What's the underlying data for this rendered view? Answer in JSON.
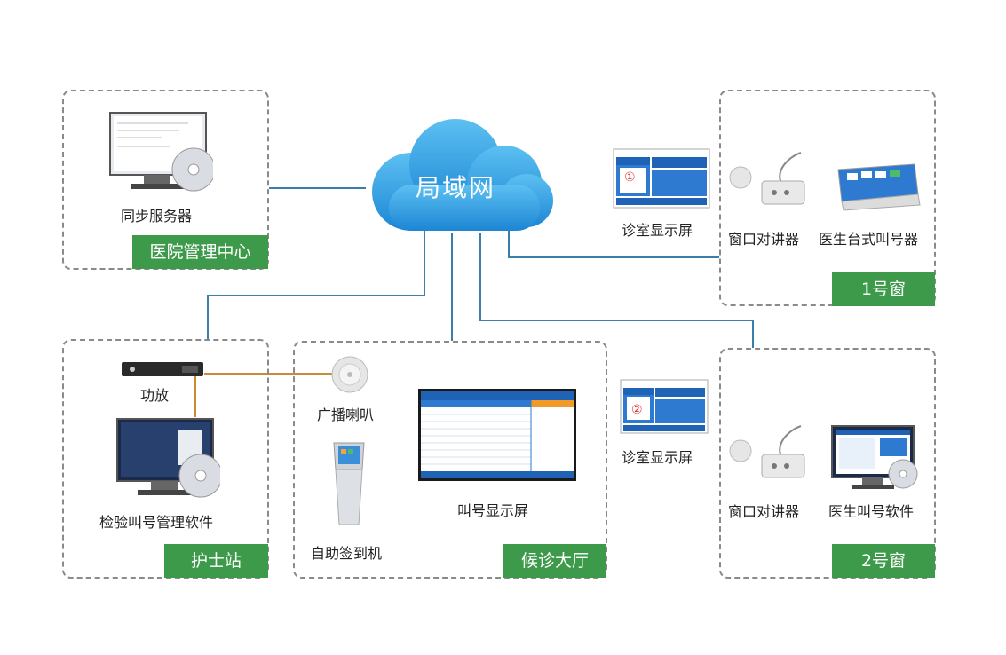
{
  "network": {
    "label": "局域网"
  },
  "groups": {
    "hospital": {
      "tag": "医院管理中心",
      "device": "同步服务器"
    },
    "nurse": {
      "tag": "护士站",
      "amp": "功放",
      "software": "检验叫号管理软件"
    },
    "hall": {
      "tag": "候诊大厅",
      "speaker": "广播喇叭",
      "kiosk": "自助签到机",
      "screen": "叫号显示屏"
    },
    "window1": {
      "tag": "1号窗",
      "display": "诊室显示屏",
      "intercom": "窗口对讲器",
      "caller": "医生台式叫号器",
      "badge": "①"
    },
    "window2": {
      "tag": "2号窗",
      "display": "诊室显示屏",
      "intercom": "窗口对讲器",
      "caller": "医生叫号软件",
      "badge": "②"
    }
  },
  "colors": {
    "accent_green": "#3d9a4a",
    "link_blue": "#3a7fa8",
    "audio_line": "#c98a3a",
    "cloud": "#2f9be0"
  }
}
